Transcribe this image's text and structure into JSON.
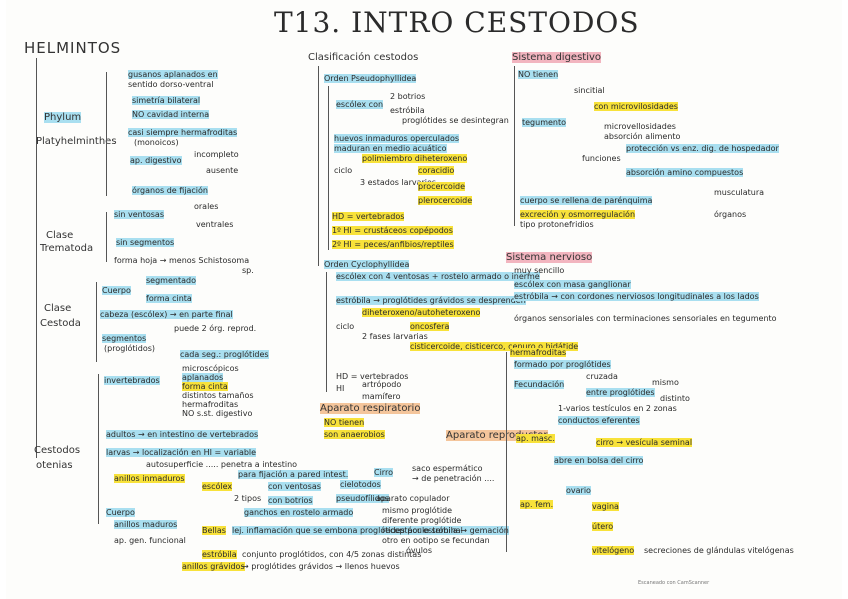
{
  "title": "T13. INTRO CESTODOS",
  "footer": "Escaneado con CamScanner",
  "col1": {
    "header": "HELMINTOS",
    "phylum": "Phylum",
    "platy": "Platyhelminthes",
    "p1": "gusanos aplanados en",
    "p1b": "sentido dorso-ventral",
    "p2": "simetría bilateral",
    "p3": "NO cavidad interna",
    "p4": "casi siempre hermafroditas",
    "p4b": "(monoicos)",
    "p5": "ap. digestivo",
    "p5a": "incompleto",
    "p5b": "ausente",
    "p6": "órganos de fijación",
    "clase1": "Clase",
    "trematoda": "Trematoda",
    "t1": "sin ventosas",
    "t1a": "orales",
    "t1b": "ventrales",
    "t2": "sin segmentos",
    "t3": "forma hoja → menos Schistosoma",
    "t3b": "sp.",
    "clase2": "Clase",
    "cestoda": "Cestoda",
    "c1": "Cuerpo",
    "c1a": "segmentado",
    "c1b": "forma cinta",
    "c2": "cabeza (escólex) → en parte final",
    "c3": "segmentos",
    "c3b": "(proglótidos)",
    "c3c": "puede 2 órg. reprod.",
    "c3d": "cada seg.: proglótides",
    "cest": "Cestodos",
    "ot": "otenias",
    "i1": "invertebrados",
    "i1a": "microscópicos",
    "i1b": "aplanados",
    "i1c": "forma cinta",
    "i1d": "distintos tamaños",
    "i1e": "hermafroditas",
    "i1f": "NO s.st. digestivo",
    "a1": "adultos → en intestino de vertebrados",
    "l1": "larvas → localización en HI = variable",
    "l2": "autosuperficie ..... penetra a intestino",
    "e1": "anillos inmaduros",
    "e2": "escólex",
    "e3": "para fijación a pared intest.",
    "e4": "con ventosas",
    "e5": "cielotodos",
    "e6": "2 tipos",
    "e7": "con botrios",
    "e8": "pseudofílidos",
    "e9": "ganchos en rostelo armado",
    "e10": "Cuerpo",
    "e11": "anillos maduros",
    "e12": "Bellas",
    "e13": "ap. gen. funcional",
    "e14": "estróbila",
    "e15": "anillos grávidos",
    "e16": "lej. inflamación que se embona proglótides por estróbila → gemación",
    "e17": "conjunto proglótidos, con 4/5 zonas distintas",
    "e18": "→ proglótides grávidos → llenos huevos"
  },
  "col2": {
    "header": "Clasificación cestodos",
    "o1": "Orden Pseudophyllidea",
    "o1a": "escólex con",
    "o1b": "2 botrios",
    "o1c": "estróbila",
    "o1d": "proglótides se desintegran",
    "o1e": "huevos inmaduros operculados",
    "o1f": "maduran en medio acuático",
    "o1g": "ciclo",
    "o1h": "polimiembro diheteroxeno",
    "o1i": "3 estados larvarios",
    "o1j": "coracidio",
    "o1k": "procercoide",
    "o1l": "plerocercoide",
    "o1m": "HD = vertebrados",
    "o1n": "1º HI = crustáceos copépodos",
    "o1o": "2º HI = peces/anfibios/reptiles",
    "o2": "Orden Cyclophyllidea",
    "o2a": "escólex con 4 ventosas + rostelo armado o inerme",
    "o2b": "estróbila → proglótides grávidos se desprenden",
    "o2c": "ciclo",
    "o2d": "diheteroxeno/autoheteroxeno",
    "o2e": "2 fases larvarias",
    "o2f": "oncosfera",
    "o2g": "cisticercoide, cisticerco, cenuro o hidátide",
    "o2h": "HD = vertebrados",
    "o2i": "HI",
    "o2j": "artrópodo",
    "o2k": "mamífero",
    "resp": "Aparato respiratorio",
    "resp1": "NO tienen",
    "resp2": "son anaerobios",
    "repro": "Aparato reproductor",
    "cirro": "Cirro",
    "cirro1": "saco espermático",
    "cirro2": "→ de penetración ....",
    "cirro3": "aparato copulador",
    "cirro4": "mismo proglótide",
    "cirro5": "diferente proglótide",
    "cirro6": "receptáculo seminal",
    "cirro7": "otro en ootipo se fecundan",
    "cirro8": "óvulos"
  },
  "col3": {
    "header": "Sistema digestivo",
    "d1": "NO tienen",
    "d2": "tegumento",
    "d3": "sincitial",
    "d4": "con microvilosidades",
    "d5": "microvellosidades",
    "d6": "absorción alimento",
    "d7": "funciones",
    "d8": "protección vs enz. dig. de hospedador",
    "d9": "absorción amino compuestos",
    "d10": "cuerpo se rellena de parénquima",
    "d11": "excreción y osmorregulación",
    "d12": "tipo protonefridios",
    "d13": "musculatura",
    "d14": "órganos",
    "nerv": "Sistema nervioso",
    "n1": "muy sencillo",
    "n2": "escólex con masa ganglionar",
    "n3": "estróbila → con cordones nerviosos longitudinales a los lados",
    "n4": "órganos sensoriales con terminaciones sensoriales en tegumento",
    "herm": "hermafroditas",
    "h1": "formado por proglótides",
    "h2": "Fecundación",
    "h3": "cruzada",
    "h4": "entre proglótides",
    "h5": "mismo",
    "h6": "distinto",
    "apmasc": "ap. masc.",
    "am1": "1-varios testículos en 2 zonas",
    "am2": "conductos eferentes",
    "am3": "cirro → vesícula seminal",
    "am4": "abre en bolsa del cirro",
    "apfem": "ap. fem.",
    "af1": "ovario",
    "af2": "vagina",
    "af3": "útero",
    "af4": "vitelógeno",
    "af5": "secreciones de glándulas vitelógenas"
  }
}
